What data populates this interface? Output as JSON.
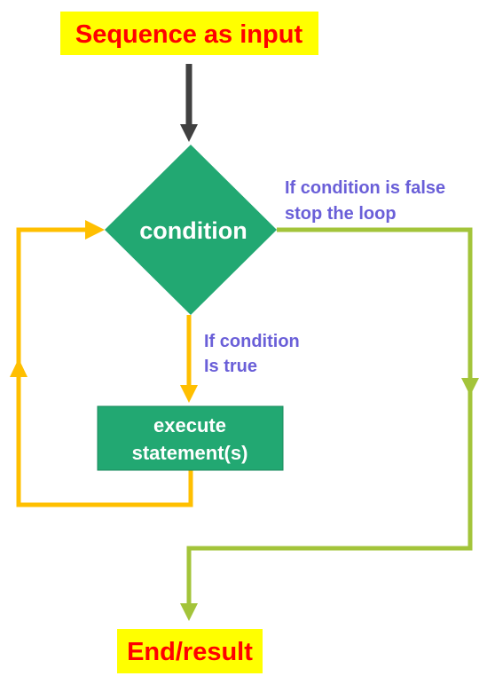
{
  "nodes": {
    "start_label": "Sequence as input",
    "decision_label": "condition",
    "process_line1": "execute",
    "process_line2": "statement(s)",
    "end_label": "End/result"
  },
  "annotations": {
    "false_line1": "If condition is false",
    "false_line2": "stop the loop",
    "true_line1": "If condition",
    "true_line2": "Is true"
  },
  "colors": {
    "terminal_bg": "#ffff00",
    "terminal_text": "#ff0000",
    "node_fill": "#22a872",
    "node_text": "#ffffff",
    "loop_arrow": "#ffbf00",
    "exit_arrow": "#a3c43a",
    "entry_arrow": "#404040",
    "annotation_text": "#6a5fd8"
  },
  "icons": {
    "arrowheads": "triangle-arrow-icon"
  }
}
